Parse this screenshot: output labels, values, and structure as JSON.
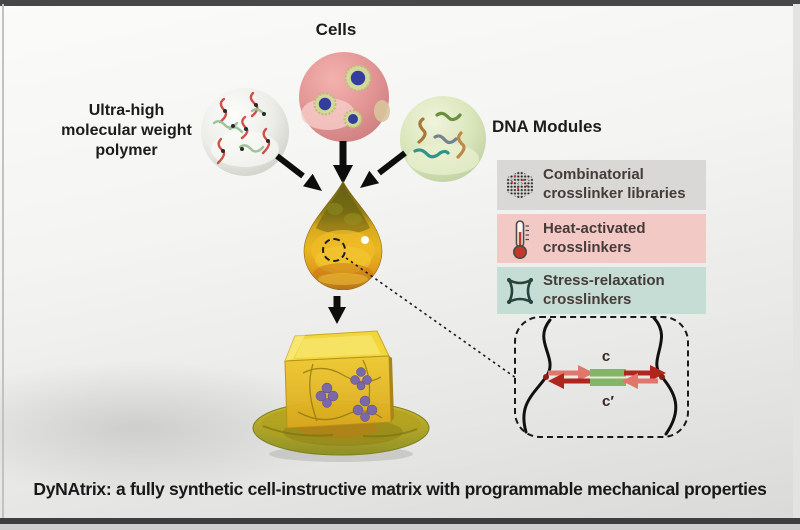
{
  "figure": {
    "caption": "DyNAtrix: a fully synthetic cell-instructive matrix with programmable mechanical properties",
    "labels": {
      "cells": "Cells",
      "polymer": "Ultra-high molecular weight polymer",
      "dna": "DNA Modules"
    },
    "legend": [
      {
        "label": "Combinatorial crosslinker libraries",
        "icon": "dotted-cube-icon",
        "bg": "#d9d8d6"
      },
      {
        "label": "Heat-activated crosslinkers",
        "icon": "thermometer-icon",
        "bg": "#f3c9c6"
      },
      {
        "label": "Stress-relaxation crosslinkers",
        "icon": "stress-star-icon",
        "bg": "#c6ddd5"
      }
    ],
    "inset": {
      "labels": {
        "top": "c",
        "bottom": "c′"
      },
      "colors": {
        "strand_salmon": "#e0776a",
        "strand_dark_red": "#b0261c",
        "duplex_green": "#82b564"
      }
    },
    "colors": {
      "droplet_gold": "#e3b120",
      "gel_cube_gold": "#eec92f",
      "arrow_black": "#0d0d0d",
      "cells_sphere_pink": "#e89a98",
      "polymer_sphere_white": "#f0f0ec",
      "dna_sphere_green": "#dbe6bc",
      "frame_dark": "#47474a"
    }
  }
}
